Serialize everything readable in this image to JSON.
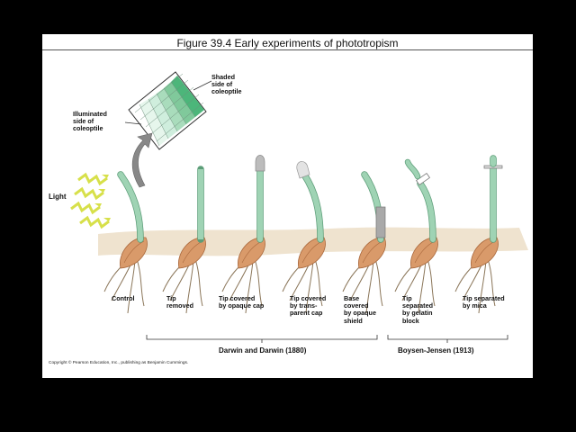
{
  "figure": {
    "title": "Figure 39.4  Early experiments of phototropism"
  },
  "callouts": {
    "shaded": "Shaded\nside of\ncoleoptile",
    "illuminated": "Illuminated\nside of\ncoleoptile",
    "light": "Light"
  },
  "seedlings": [
    {
      "label": "Control",
      "treatment": "bent"
    },
    {
      "label": "Tip\nremoved",
      "treatment": "tip-removed"
    },
    {
      "label": "Tip covered\nby opaque cap",
      "treatment": "opaque-cap"
    },
    {
      "label": "Tip covered\nby trans-\nparent cap",
      "treatment": "transparent-cap"
    },
    {
      "label": "Base\ncovered\nby opaque\nshield",
      "treatment": "base-shield"
    },
    {
      "label": "Tip\nseparated\nby gelatin\nblock",
      "treatment": "gelatin"
    },
    {
      "label": "Tip separated\nby mica",
      "treatment": "mica"
    }
  ],
  "studies": [
    {
      "label": "Darwin and Darwin (1880)"
    },
    {
      "label": "Boysen-Jensen (1913)"
    }
  ],
  "copyright": "Copyright © Pearson Education, Inc., publishing as Benjamin Cummings.",
  "colors": {
    "coleoptile": "#9fd3b4",
    "coleoptile_edge": "#5c9d78",
    "soil": "#efe3cf",
    "seed": "#d99a6a",
    "root": "#8a7558",
    "light": "#d7e04a",
    "cap_opaque": "#bcbcbc",
    "cap_transparent": "#e3e3e3",
    "shield": "#a9a9a9"
  }
}
